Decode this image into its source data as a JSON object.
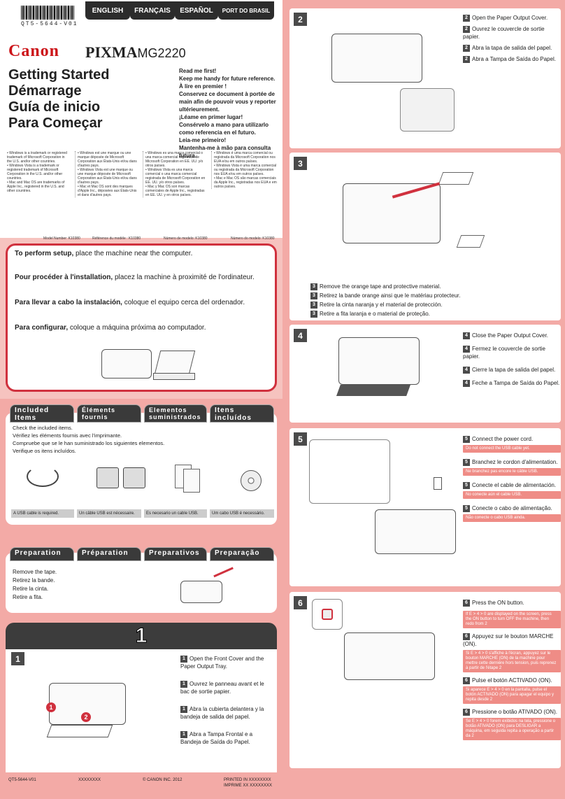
{
  "barcode_text": "QT5-5644-V01",
  "lang_tabs": [
    "ENGLISH",
    "FRANÇAIS",
    "ESPAÑOL",
    "PORT DO BRASIL"
  ],
  "brand": "Canon",
  "product_prefix": "PIXMA",
  "product_model": "MG2220",
  "titles": [
    "Getting Started",
    "Démarrage",
    "Guía de inicio",
    "Para Começar"
  ],
  "read_first": [
    "Read me first!",
    "Keep me handy for future reference.",
    "À lire en premier !",
    "Conservez ce document à portée de main afin de pouvoir vous y reporter ultérieurement.",
    "¡Léame en primer lugar!",
    "Consérvelo a mano para utilizarlo como referencia en el futuro.",
    "Leia-me primeiro!",
    "Mantenha-me à mão para consulta futura."
  ],
  "trademarks": [
    "• Windows is a trademark or registered trademark of Microsoft Corporation in the U.S. and/or other countries.\n• Windows Vista is a trademark or registered trademark of Microsoft Corporation in the U.S. and/or other countries.\n• Mac and Mac OS are trademarks of Apple Inc., registered in the U.S. and other countries.",
    "• Windows est une marque ou une marque déposée de Microsoft Corporation aux États-Unis et/ou dans d'autres pays.\n• Windows Vista est une marque ou une marque déposée de Microsoft Corporation aux États-Unis et/ou dans d'autres pays.\n• Mac et Mac OS sont des marques d'Apple Inc., déposées aux États-Unis et dans d'autres pays.",
    "• Windows es una marca comercial o una marca comercial registrada de Microsoft Corporation en EE. UU. y/o otros países.\n• Windows Vista es una marca comercial o una marca comercial registrada de Microsoft Corporation en EE. UU. y/o otros países.\n• Mac y Mac OS son marcas comerciales de Apple Inc., registradas en EE. UU. y en otros países.",
    "• Windows é uma marca comercial ou registrada da Microsoft Corporation nos EUA e/ou em outros países.\n• Windows Vista é uma marca comercial ou registrada da Microsoft Corporation nos EUA e/ou em outros países.\n• Mac e Mac OS são marcas comerciais da Apple Inc., registradas nos EUA e em outros países."
  ],
  "model_numbers": [
    "Model Number: K10380",
    "Référence du modèle : K10380",
    "Número de modelo: K10380",
    "Número do modelo: K10380"
  ],
  "setup": [
    {
      "bold": "To perform setup,",
      "text": " place the machine near the computer."
    },
    {
      "bold": "Pour procéder à l'installation,",
      "text": " placez la machine à proximité de l'ordinateur."
    },
    {
      "bold": "Para llevar a cabo la instalación,",
      "text": " coloque el equipo cerca del ordenador."
    },
    {
      "bold": "Para configurar,",
      "text": " coloque a máquina próxima ao computador."
    }
  ],
  "included_tabs": [
    "Included Items",
    "Éléments fournis",
    "Elementos suministrados",
    "Itens incluídos"
  ],
  "included_lines": [
    "Check the included items.",
    "Vérifiez les éléments fournis avec l'imprimante.",
    "Compruebe que se le han suministrado los siguientes elementos.",
    "Verifique os itens incluídos."
  ],
  "usb_notes": [
    "A USB cable is required.",
    "Un câble USB est nécessaire.",
    "Es necesario un cable USB.",
    "Um cabo USB é necessário."
  ],
  "prep_tabs": [
    "Preparation",
    "Préparation",
    "Preparativos",
    "Preparação"
  ],
  "prep_lines": [
    "Remove the tape.",
    "Retirez la bande.",
    "Retire la cinta.",
    "Retire a fita."
  ],
  "big_step": "1",
  "step1_lines": [
    "Open the Front Cover and the Paper Output Tray.",
    "Ouvrez le panneau avant et le bac de sortie papier.",
    "Abra la cubierta delantera y la bandeja de salida del papel.",
    "Abra a Tampa Frontal e a Bandeja de Saída do Papel."
  ],
  "step2_lines": [
    "Open the Paper Output Cover.",
    "Ouvrez le couvercle de sortie papier.",
    "Abra la tapa de salida del papel.",
    "Abra a Tampa de Saída do Papel."
  ],
  "step3_lines": [
    "Remove the orange tape and protective material.",
    "Retirez la bande orange ainsi que le matériau protecteur.",
    "Retire la cinta naranja y el material de protección.",
    "Retire a fita laranja e o material de proteção."
  ],
  "step4_lines": [
    "Close the Paper Output Cover.",
    "Fermez le couvercle de sortie papier.",
    "Cierre la tapa de salida del papel.",
    "Feche a Tampa de Saída do Papel."
  ],
  "step5": [
    {
      "line": "Connect the power cord.",
      "note": "Do not connect the USB cable yet."
    },
    {
      "line": "Branchez le cordon d'alimentation.",
      "note": "Ne branchez pas encore le câble USB."
    },
    {
      "line": "Conecte el cable de alimentación.",
      "note": "No conecte aún el cable USB."
    },
    {
      "line": "Conecte o cabo de alimentação.",
      "note": "Não conecte o cabo USB ainda."
    }
  ],
  "step6": [
    {
      "line": "Press the ON button.",
      "note": "If E > 4 > 0 are displayed on the screen, press the ON button to turn OFF the machine, then redo from 2"
    },
    {
      "line": "Appuyez sur le bouton MARCHE (ON).",
      "note": "Si E > 4 > 0 s'affiche à l'écran, appuyez sur le bouton MARCHE (ON) de la machine pour mettre cette dernière hors tension, puis reprenez à partir de l'étape 2"
    },
    {
      "line": "Pulse el botón ACTIVADO (ON).",
      "note": "Si aparece E > 4 > 0 en la pantalla, pulse el botón ACTIVADO (ON) para apagar el equipo y repita desde 2"
    },
    {
      "line": "Pressione o botão ATIVADO (ON).",
      "note": "Se E > 4 > 0 forem exibidos na tela, pressione o botão ATIVADO (ON) para DESLIGAR a máquina, em seguida repita a operação a partir da 2"
    }
  ],
  "footer": {
    "code": "QT5-5644-V01",
    "xx": "XXXXXXXX",
    "copyright": "© CANON INC. 2012",
    "printed": "PRINTED IN XXXXXXXX",
    "imprime": "IMPRIME XX XXXXXXXX"
  },
  "step_numbers": {
    "s1": "1",
    "s2": "2",
    "s3": "3",
    "s4": "4",
    "s5": "5",
    "s6": "6"
  },
  "colors": {
    "accent": "#d0313e",
    "panel": "#f3aaa6",
    "dark": "#3c3c3c"
  }
}
